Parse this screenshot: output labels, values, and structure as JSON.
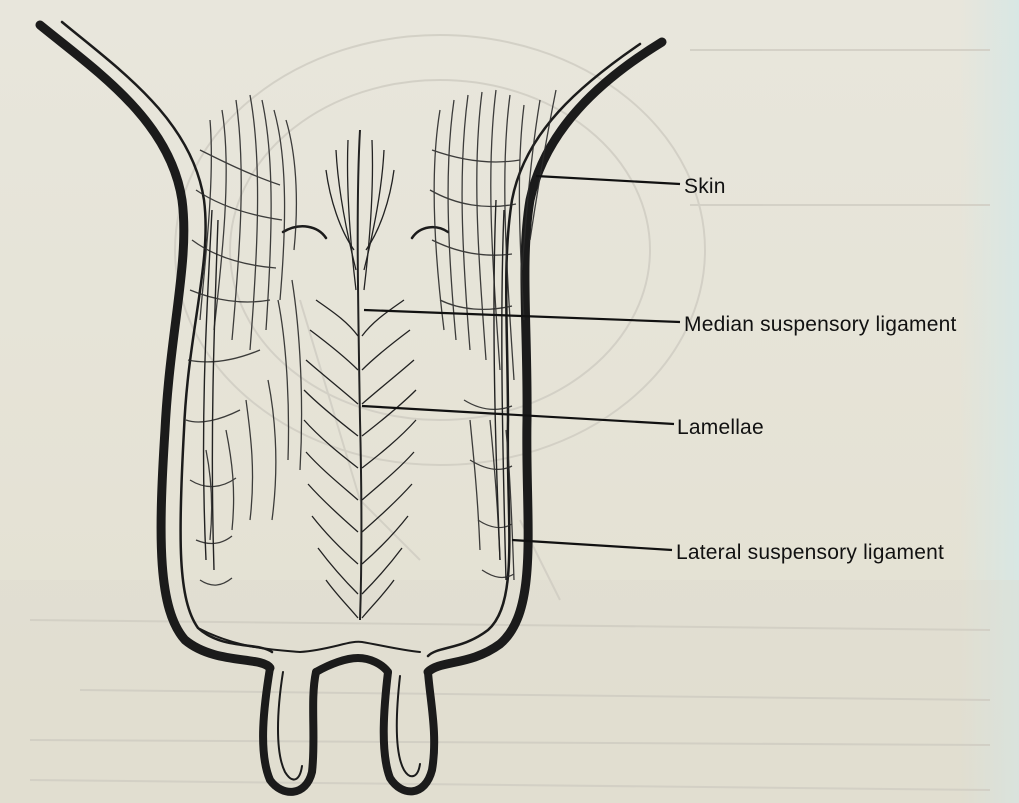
{
  "diagram": {
    "labels": {
      "skin": "Skin",
      "median": "Median suspensory ligament",
      "lamellae": "Lamellae",
      "lateral": "Lateral suspensory ligament"
    }
  }
}
